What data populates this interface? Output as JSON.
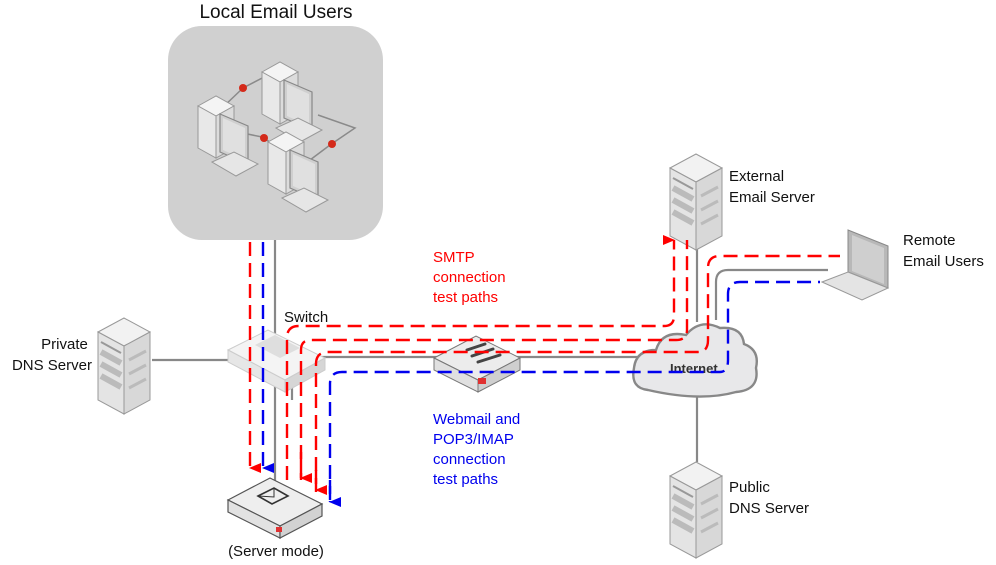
{
  "title": "Local Email Users",
  "nodes": {
    "local_users": {
      "label": "Local Email Users"
    },
    "switch": {
      "label": "Switch"
    },
    "private_dns": {
      "label_lines": [
        "Private",
        "DNS Server"
      ]
    },
    "server": {
      "label": "(Server mode)"
    },
    "firewall": {
      "label": ""
    },
    "internet": {
      "label": "Internet"
    },
    "external_email": {
      "label_lines": [
        "External",
        "Email Server"
      ]
    },
    "remote_users": {
      "label_lines": [
        "Remote",
        "Email Users"
      ]
    },
    "public_dns": {
      "label_lines": [
        "Public",
        "DNS Server"
      ]
    }
  },
  "legend": {
    "smtp": {
      "lines": [
        "SMTP",
        "connection",
        "test paths"
      ],
      "color": "#ff0000"
    },
    "webmail": {
      "lines": [
        "Webmail and",
        "POP3/IMAP",
        "connection",
        "test paths"
      ],
      "color": "#0000ee"
    }
  },
  "colors": {
    "smtp_path": "#ff0000",
    "webmail_path": "#0000ee",
    "wire": "#888888",
    "group_bg": "#d0d0d0",
    "cloud_fill": "#e8e8ea",
    "node_dot": "#d42a1a"
  }
}
